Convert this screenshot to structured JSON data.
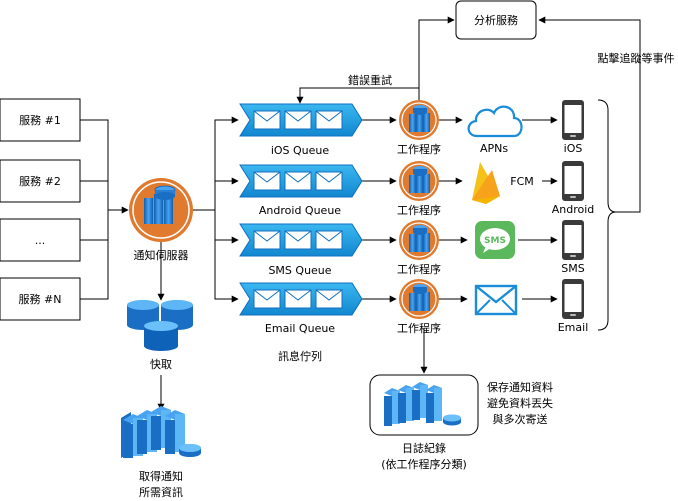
{
  "services": [
    "服務 #1",
    "服務 #2",
    "...",
    "服務 #N"
  ],
  "notification_server": "通知伺服器",
  "cache": "快取",
  "db_label_lines": [
    "取得通知",
    "所需資訊"
  ],
  "queues": [
    "iOS Queue",
    "Android Queue",
    "SMS Queue",
    "Email Queue"
  ],
  "queue_group_label": "訊息佇列",
  "worker_label": "工作程序",
  "providers": {
    "apns": "APNs",
    "fcm": "FCM",
    "sms_icon_text": "SMS"
  },
  "devices": [
    "iOS",
    "Android",
    "SMS",
    "Email"
  ],
  "analytics": "分析服務",
  "retry_label": "錯誤重試",
  "tracking_label": "點擊追蹤等事件",
  "log_label_lines": [
    "日誌紀錄",
    "(依工作程序分類)"
  ],
  "log_note_lines": [
    "保存通知資料",
    "避免資料丟失",
    "與多次寄送"
  ],
  "colors": {
    "queue_fill": "#1ba1e2",
    "queue_stroke": "#1070c0",
    "worker_orange": "#e07a2e",
    "server_blue": "#2a7fd4",
    "apns_blue": "#1a8cd8",
    "firebase_yellow": "#f6c218",
    "firebase_orange": "#f08a00",
    "sms_green": "#5cb85c",
    "mail_blue": "#1a8cd8",
    "phone_dark": "#3a3a3a"
  }
}
